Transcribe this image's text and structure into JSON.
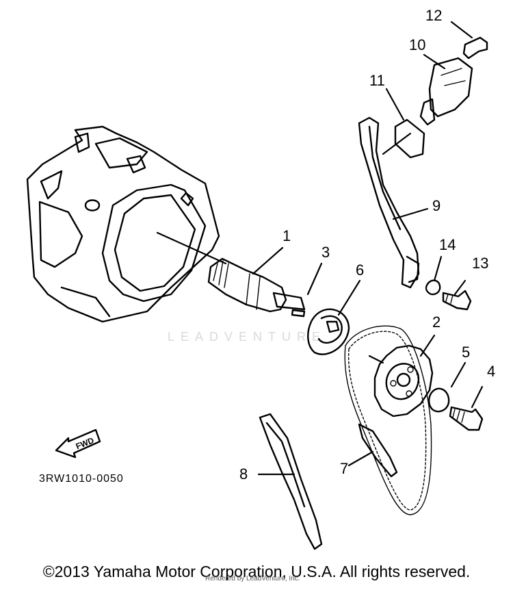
{
  "diagram": {
    "callouts": [
      {
        "id": "1",
        "label": "1"
      },
      {
        "id": "2",
        "label": "2"
      },
      {
        "id": "3",
        "label": "3"
      },
      {
        "id": "4",
        "label": "4"
      },
      {
        "id": "5",
        "label": "5"
      },
      {
        "id": "6",
        "label": "6"
      },
      {
        "id": "7",
        "label": "7"
      },
      {
        "id": "8",
        "label": "8"
      },
      {
        "id": "9",
        "label": "9"
      },
      {
        "id": "10",
        "label": "10"
      },
      {
        "id": "11",
        "label": "11"
      },
      {
        "id": "12",
        "label": "12"
      },
      {
        "id": "13",
        "label": "13"
      },
      {
        "id": "14",
        "label": "14"
      }
    ],
    "drawing_code": "3RW1010-0050",
    "fwd_label": "FWD",
    "watermark": "LEADVENTURE",
    "watermark_sub": "Rendered by LeadVenture, Inc.",
    "copyright": "©2013 Yamaha Motor Corporation, U.S.A. All rights reserved."
  }
}
